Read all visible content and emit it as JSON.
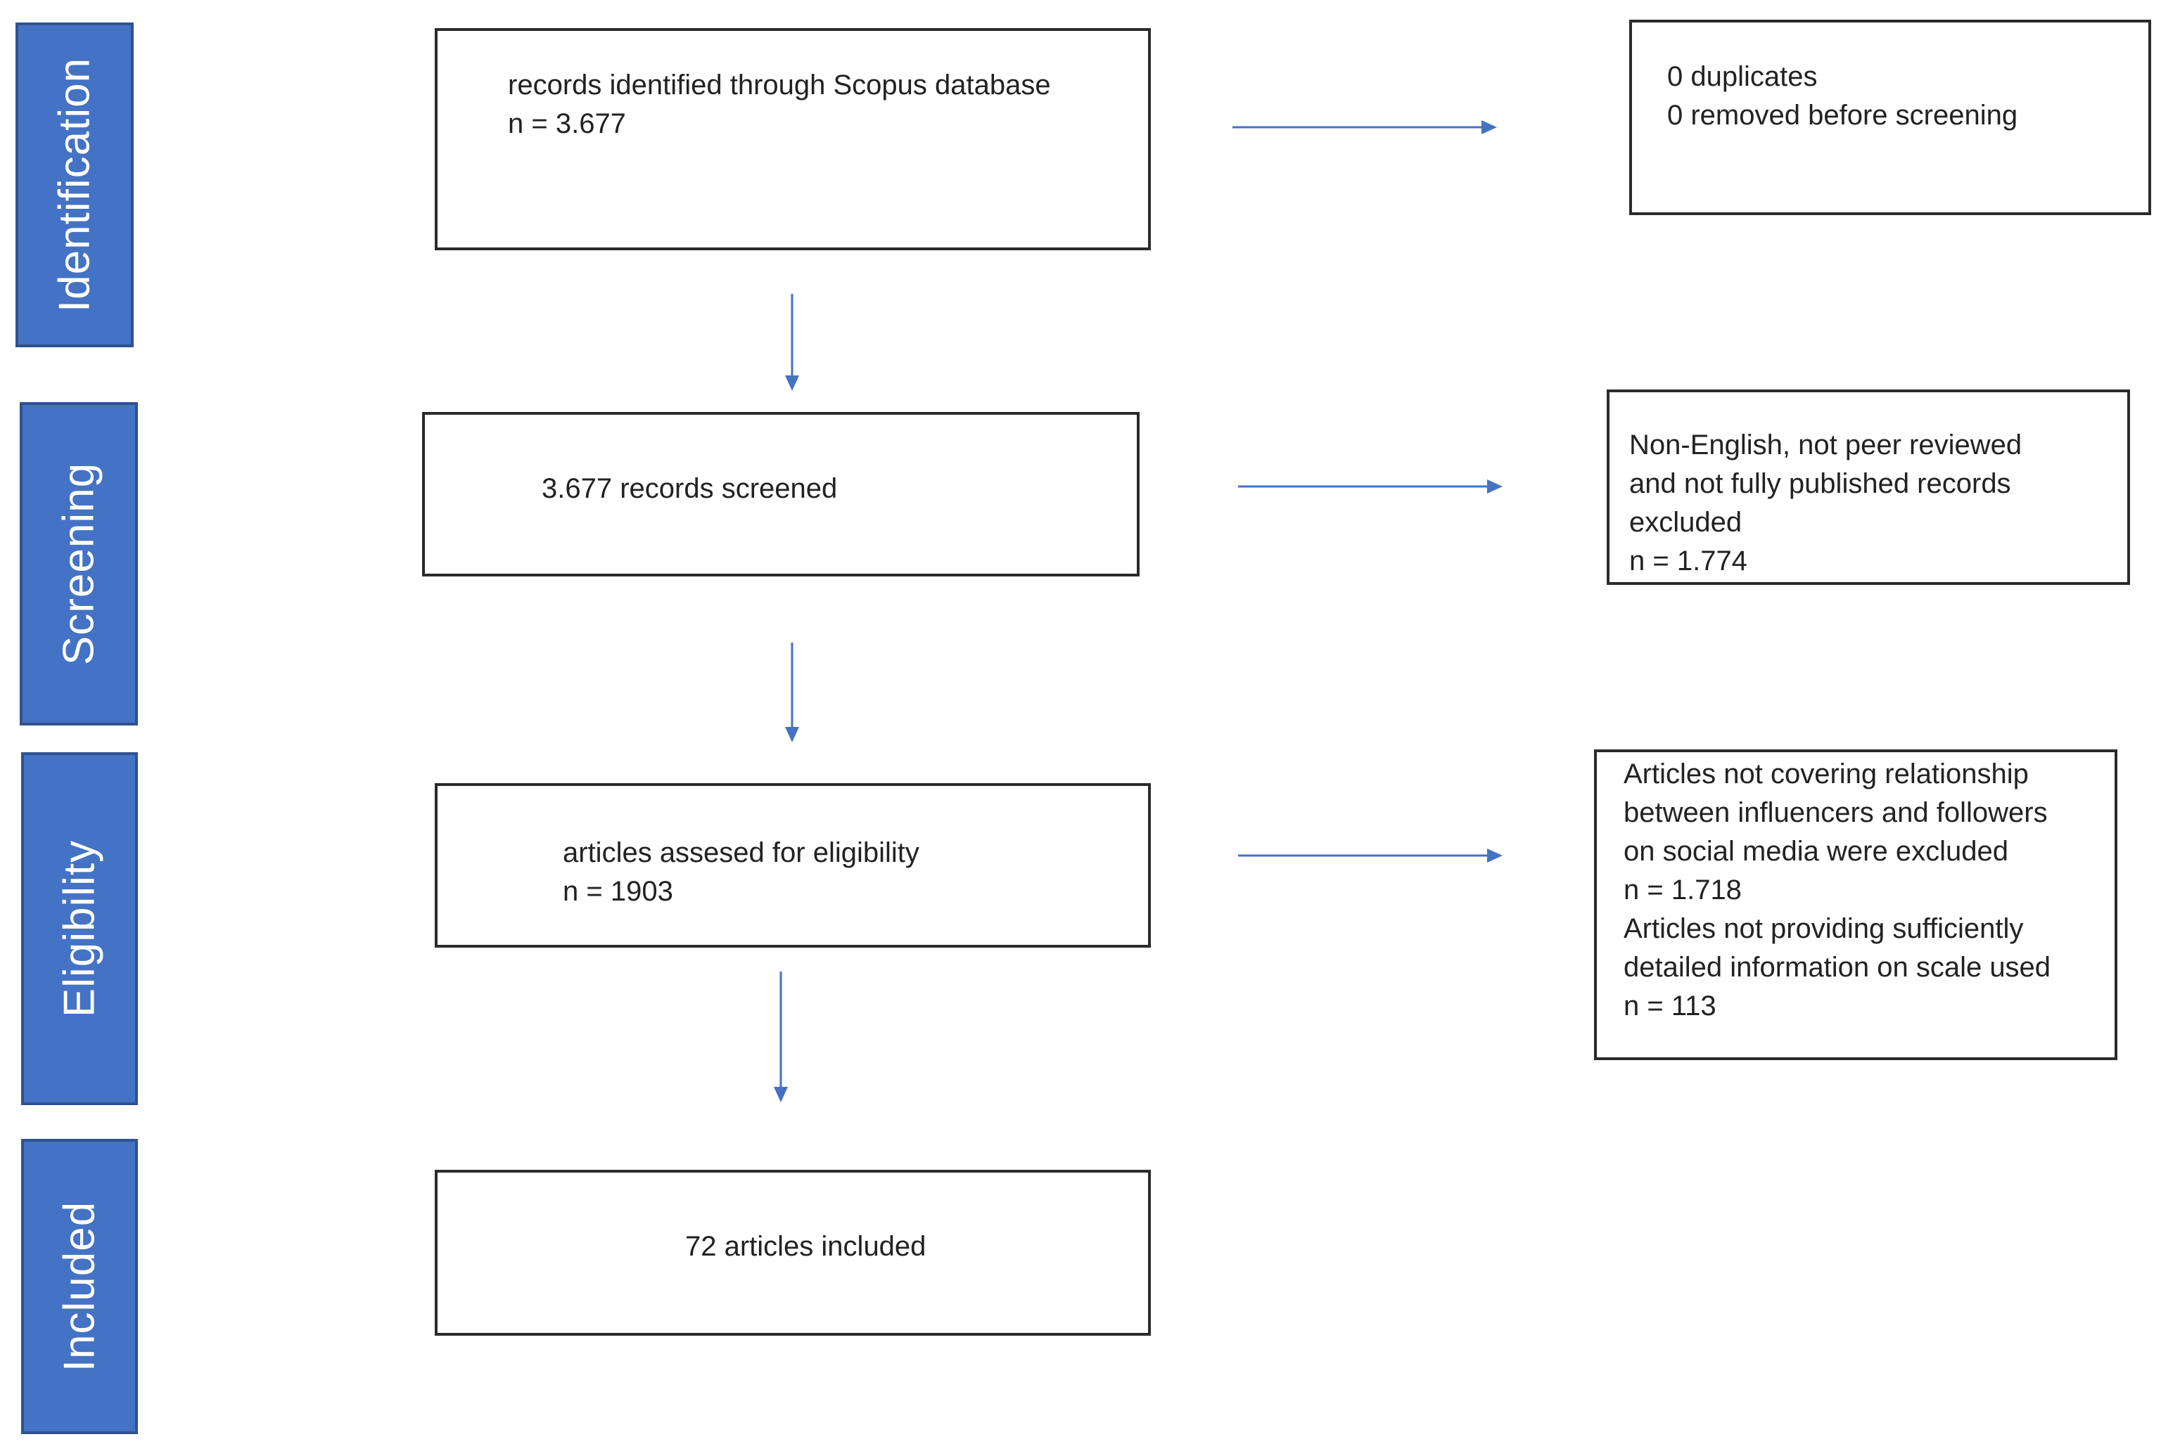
{
  "stages": {
    "identification": "Identification",
    "screening": "Screening",
    "eligibility": "Eligibility",
    "included": "Included"
  },
  "boxes": {
    "identified": {
      "line1": "records identified through Scopus database",
      "line2": "n = 3.677"
    },
    "duplicates": {
      "line1": "0 duplicates",
      "line2": "0 removed before screening"
    },
    "screened": {
      "line1": "3.677 records screened"
    },
    "nonenglish": {
      "line1": "Non-English, not peer reviewed",
      "line2": "and not fully published records",
      "line3": "excluded",
      "line4": "n = 1.774"
    },
    "eligibility": {
      "line1": "articles assesed for eligibility",
      "line2": "n = 1903"
    },
    "excluded": {
      "line1": "Articles not covering relationship",
      "line2": "between influencers and followers",
      "line3": "on social media were excluded",
      "line4": "n = 1.718",
      "line5": "Articles not providing sufficiently",
      "line6": "detailed information on scale used",
      "line7": "n = 113"
    },
    "included": {
      "line1": "72 articles included"
    }
  },
  "colors": {
    "stage_fill": "#4472c4",
    "stage_border": "#2f528f",
    "arrow": "#4472c4",
    "box_border": "#2b2b2b"
  }
}
